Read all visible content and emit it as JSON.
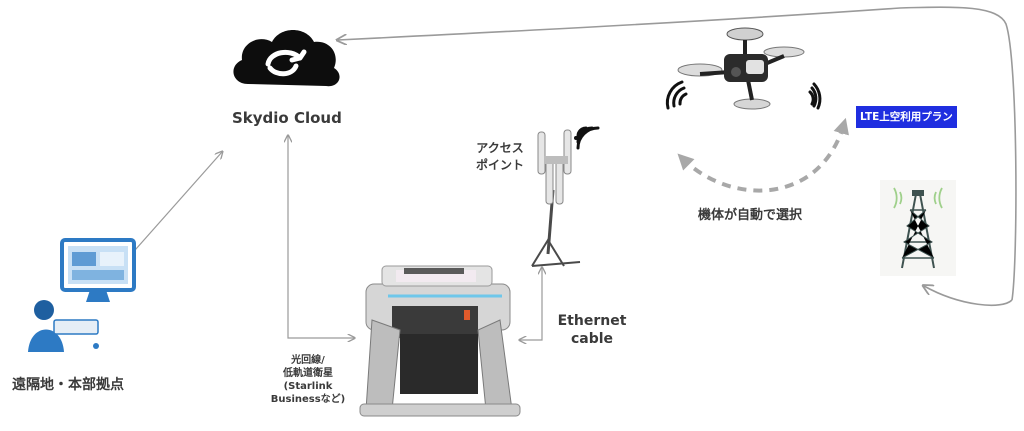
{
  "cloud": {
    "label": "Skydio Cloud"
  },
  "remote_site": {
    "label": "遠隔地・本部拠点"
  },
  "link_options": {
    "line1": "光回線/",
    "line2": "低軌道衛星",
    "line3": "(Starlink",
    "line4": "Businessなど)"
  },
  "access_point": {
    "line1": "アクセス",
    "line2": "ポイント"
  },
  "ethernet": {
    "line1": "Ethernet",
    "line2": "cable"
  },
  "auto_select": {
    "label": "機体が自動で選択"
  },
  "lte_plan": {
    "label": "LTE上空利用プラン"
  },
  "colors": {
    "lte_badge": "#1f2ee0",
    "arrow_gray": "#a0a0a0",
    "text": "#3a3a3a"
  }
}
